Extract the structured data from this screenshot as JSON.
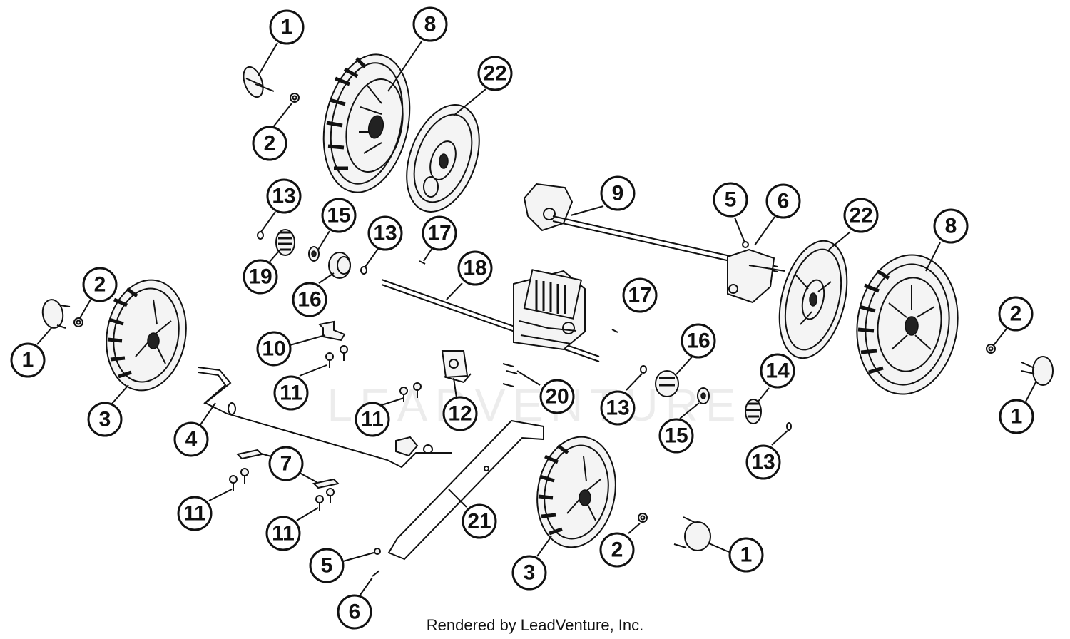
{
  "footer_text": "Rendered by LeadVenture, Inc.",
  "watermark_text": "LEADVENTURE",
  "callouts": [
    {
      "id": "c1",
      "n": "1",
      "part": "wheel-cap"
    },
    {
      "id": "c2",
      "n": "2",
      "part": "nut"
    },
    {
      "id": "c3",
      "n": "8",
      "part": "rear-wheel"
    },
    {
      "id": "c4",
      "n": "22",
      "part": "dust-cover"
    },
    {
      "id": "c5",
      "n": "13",
      "part": "retaining-ring"
    },
    {
      "id": "c6",
      "n": "15",
      "part": "bushing"
    },
    {
      "id": "c7",
      "n": "13",
      "part": "retaining-ring"
    },
    {
      "id": "c8",
      "n": "17",
      "part": "pin"
    },
    {
      "id": "c9",
      "n": "19",
      "part": "pinion-gear"
    },
    {
      "id": "c10",
      "n": "16",
      "part": "clutch-hub"
    },
    {
      "id": "c11",
      "n": "18",
      "part": "drive-shaft"
    },
    {
      "id": "c12",
      "n": "9",
      "part": "height-adjust-axle"
    },
    {
      "id": "c13",
      "n": "5",
      "part": "washer"
    },
    {
      "id": "c14",
      "n": "6",
      "part": "cotter-pin"
    },
    {
      "id": "c15",
      "n": "22",
      "part": "dust-cover"
    },
    {
      "id": "c16",
      "n": "8",
      "part": "rear-wheel"
    },
    {
      "id": "c17",
      "n": "2",
      "part": "nut"
    },
    {
      "id": "c18",
      "n": "1",
      "part": "wheel-cap"
    },
    {
      "id": "c19",
      "n": "2",
      "part": "nut"
    },
    {
      "id": "c20",
      "n": "1",
      "part": "wheel-cap"
    },
    {
      "id": "c21",
      "n": "3",
      "part": "front-wheel"
    },
    {
      "id": "c22",
      "n": "4",
      "part": "front-axle"
    },
    {
      "id": "c23",
      "n": "10",
      "part": "bracket"
    },
    {
      "id": "c24",
      "n": "11",
      "part": "screw"
    },
    {
      "id": "c25",
      "n": "11",
      "part": "screw"
    },
    {
      "id": "c26",
      "n": "12",
      "part": "mounting-bracket"
    },
    {
      "id": "c27",
      "n": "20",
      "part": "screw"
    },
    {
      "id": "c28",
      "n": "17",
      "part": "pin"
    },
    {
      "id": "c29",
      "n": "16",
      "part": "clutch-hub"
    },
    {
      "id": "c30",
      "n": "13",
      "part": "retaining-ring"
    },
    {
      "id": "c31",
      "n": "15",
      "part": "bushing"
    },
    {
      "id": "c32",
      "n": "14",
      "part": "pinion-gear"
    },
    {
      "id": "c33",
      "n": "13",
      "part": "retaining-ring"
    },
    {
      "id": "c34",
      "n": "7",
      "part": "plate"
    },
    {
      "id": "c35",
      "n": "11",
      "part": "screw"
    },
    {
      "id": "c36",
      "n": "11",
      "part": "screw"
    },
    {
      "id": "c37",
      "n": "21",
      "part": "height-adjust-lever"
    },
    {
      "id": "c38",
      "n": "3",
      "part": "front-wheel"
    },
    {
      "id": "c39",
      "n": "2",
      "part": "nut"
    },
    {
      "id": "c40",
      "n": "1",
      "part": "wheel-cap"
    },
    {
      "id": "c41",
      "n": "5",
      "part": "washer"
    },
    {
      "id": "c42",
      "n": "6",
      "part": "cotter-pin"
    }
  ]
}
